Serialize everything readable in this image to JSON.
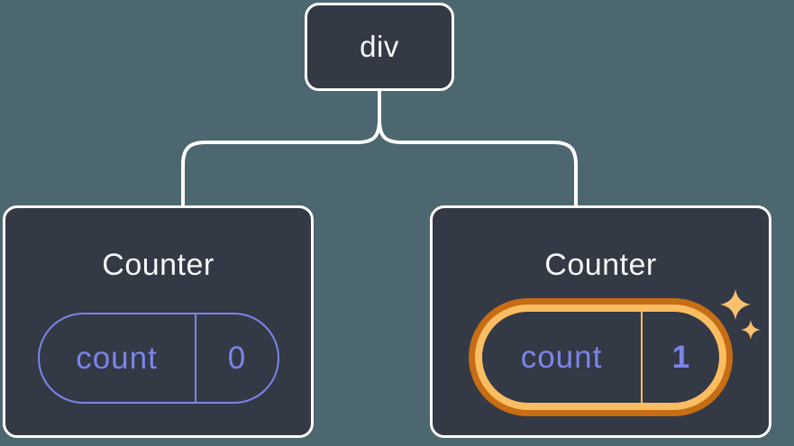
{
  "tree": {
    "root": {
      "label": "div"
    },
    "counters": [
      {
        "title": "Counter",
        "state_name": "count",
        "state_value": "0",
        "highlighted": false
      },
      {
        "title": "Counter",
        "state_name": "count",
        "state_value": "1",
        "highlighted": true
      }
    ]
  },
  "icons": {
    "sparkles": "sparkles-icon"
  },
  "colors": {
    "background": "#4D6770",
    "node_fill": "#333945",
    "node_border": "#FFFFFF",
    "connector": "#FFFFFF",
    "state_accent": "#7C84E8",
    "highlight_ring_outer": "#C76D14",
    "highlight_ring_inner": "#FBBD62",
    "sparkle": "#FBC16D",
    "title_text": "#F6F7F9"
  }
}
